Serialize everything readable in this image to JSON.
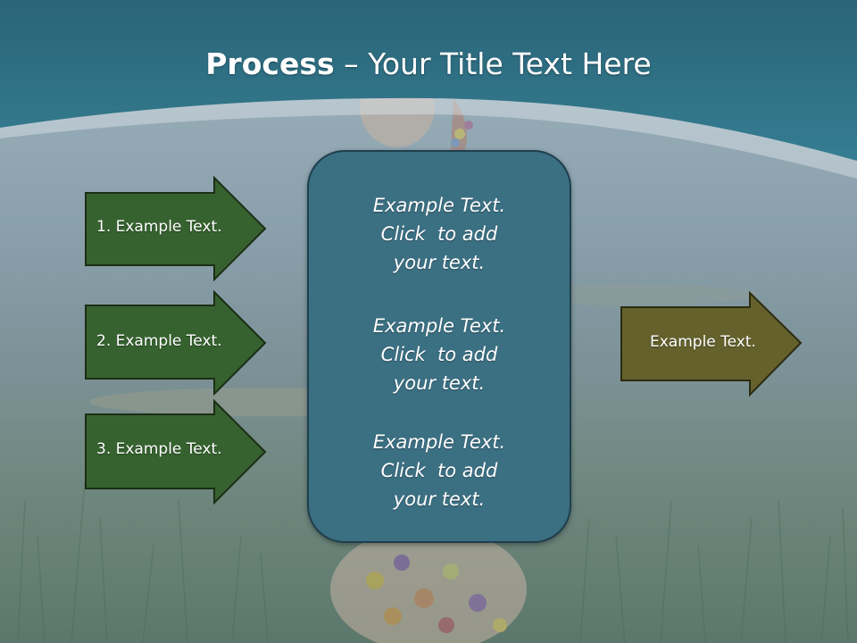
{
  "title": {
    "bold": "Process",
    "rest": " – Your Title Text Here"
  },
  "left_arrows": [
    {
      "label": "1. Example Text."
    },
    {
      "label": "2. Example Text."
    },
    {
      "label": "3. Example Text."
    }
  ],
  "center_box": {
    "blocks": [
      {
        "line1": "Example Text.",
        "line2": "Click  to add",
        "line3": "your text."
      },
      {
        "line1": "Example Text.",
        "line2": "Click  to add",
        "line3": "your text."
      },
      {
        "line1": "Example Text.",
        "line2": "Click  to add",
        "line3": "your text."
      }
    ]
  },
  "right_arrow": {
    "label": "Example Text."
  },
  "colors": {
    "header_teal": "#2f6f82",
    "box_teal": "#3b6f82",
    "arrow_green": "#36622f",
    "arrow_olive": "#64612c",
    "arrow_border": "#1b2e15"
  }
}
